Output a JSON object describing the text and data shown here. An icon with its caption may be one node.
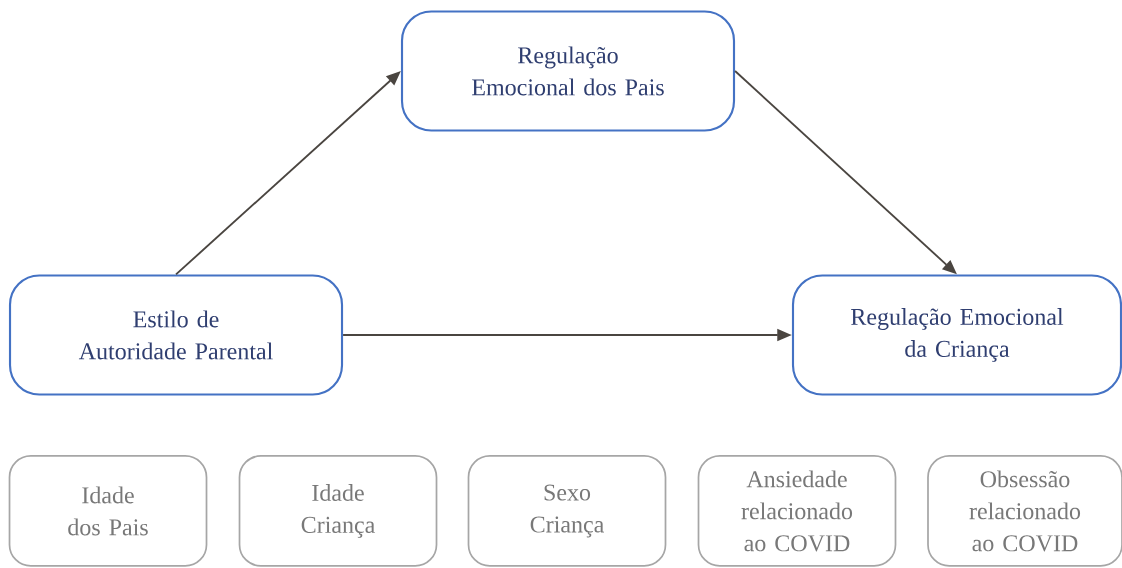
{
  "diagram": {
    "nodes": [
      {
        "text": [
          "Regulação Emocional dos Pais"
        ]
      },
      {
        "text": [
          "Estilo de Autoridade Parental"
        ]
      },
      {
        "text": [
          "Regulação Emocional da Criança"
        ]
      },
      {
        "text": [
          "Idade dos Pais"
        ]
      },
      {
        "text": [
          "Idade Criança"
        ]
      },
      {
        "text": [
          "Sexo Criança"
        ]
      },
      {
        "text": [
          "Ansiedade relacionado ao COVID"
        ]
      },
      {
        "text": [
          "Obsessão relacionado ao COVID"
        ]
      }
    ],
    "edges": [
      {
        "from": 1,
        "to": 0,
        "arrow": "to"
      },
      {
        "from": 0,
        "to": 2,
        "arrow": "to"
      },
      {
        "from": 1,
        "to": 2,
        "arrow": "to"
      }
    ]
  }
}
